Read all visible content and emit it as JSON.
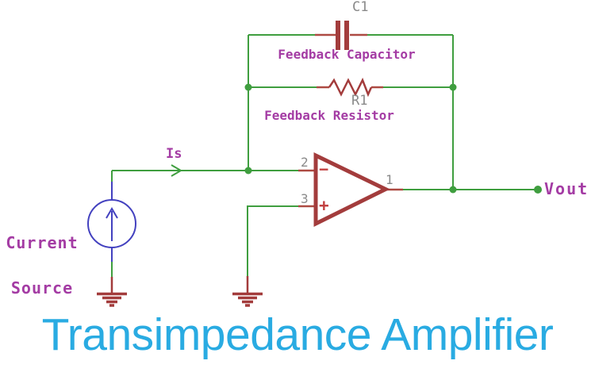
{
  "title": "Transimpedance Amplifier",
  "colors": {
    "wire": "#3f9e3f",
    "component": "#a33c3c",
    "stub": "#ad4a42",
    "source": "#4341bf",
    "label": "#a43ca4",
    "refdes": "#8a8a8a",
    "polarity": "#c24141",
    "title": "#29abe2",
    "background": "#ffffff"
  },
  "schematic": {
    "capacitor": {
      "refdes": "C1",
      "description": "Feedback Capacitor"
    },
    "resistor": {
      "refdes": "R1",
      "description": "Feedback Resistor"
    },
    "current_source": {
      "label_line1": "Current",
      "label_line2": "Source",
      "current_label": "Is"
    },
    "opamp": {
      "pin_inverting": "2",
      "pin_noninverting": "3",
      "pin_output": "1",
      "inverting_sign": "−",
      "noninverting_sign": "+"
    },
    "output": {
      "label": "Vout"
    }
  }
}
